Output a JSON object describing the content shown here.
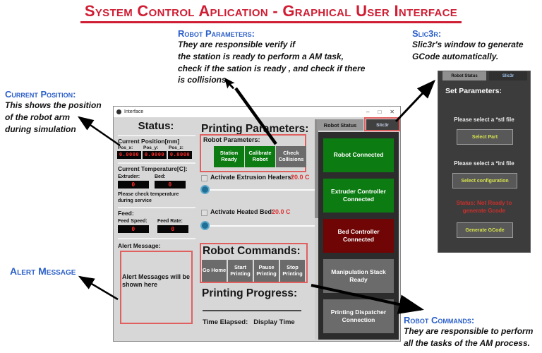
{
  "title": "System Control Aplication - Graphical User Interface",
  "annotations": {
    "robot_params": {
      "heading": "Robot Parameters:",
      "body": "They are responsible verify if\nthe station is ready to perform a AM task,\ncheck if the sation is ready , and check if there\nis collisions"
    },
    "slic3r": {
      "heading": "Slic3r:",
      "body": "Slic3r's window to generate\nGCode automatically."
    },
    "current_position": {
      "heading": "Current Position:",
      "body": "This shows the position\nof the robot arm\nduring simulation"
    },
    "alert_message": {
      "heading": "Alert Message"
    },
    "robot_commands": {
      "heading": "Robot Commands:",
      "body": "They are responsible to perform\nall the tasks of the AM process."
    }
  },
  "window": {
    "titlebar": {
      "title": "Interface",
      "minimize": "–",
      "maximize": "□",
      "close": "✕"
    },
    "status": {
      "heading": "Status:",
      "position": {
        "label": "Current Position[mm]",
        "fields": [
          {
            "label": "Pos_x:",
            "value": "0.0000"
          },
          {
            "label": "Pos_y:",
            "value": "0.0000"
          },
          {
            "label": "Pos_z:",
            "value": "0.0000"
          }
        ]
      },
      "temperature": {
        "label": "Current Temperature[C]:",
        "fields": [
          {
            "label": "Extruder:",
            "value": "0"
          },
          {
            "label": "Bed:",
            "value": "0"
          }
        ],
        "note": "Please check temperature\nduring service"
      },
      "feed": {
        "label": "Feed:",
        "fields": [
          {
            "label": "Feed Speed:",
            "value": "0"
          },
          {
            "label": "Feed Rate:",
            "value": "0"
          }
        ]
      },
      "alert": {
        "label": "Alert Message:",
        "message": "Alert Messages will be\nshown here"
      }
    },
    "printing_parameters": {
      "heading": "Printing Parameters:",
      "robot_parameters_label": "Robot Parameters:",
      "buttons": [
        {
          "label": "Station Ready"
        },
        {
          "label": "Calibrate Robot"
        },
        {
          "label": "Check Collisions"
        }
      ],
      "extrusion_heaters": {
        "label": "Activate Extrusion Heaters:",
        "value": "20.0 C"
      },
      "heated_bed": {
        "label": "Activate Heated Bed:",
        "value": "20.0 C"
      }
    },
    "robot_commands": {
      "heading": "Robot Commands:",
      "buttons": [
        {
          "label": "Go Home"
        },
        {
          "label": "Start Printing"
        },
        {
          "label": "Pause Printing"
        },
        {
          "label": "Stop Printing"
        }
      ]
    },
    "printing_progress": {
      "heading": "Printing Progress:",
      "time_label": "Time Elapsed:",
      "time_value": "Display Time"
    },
    "tabs": [
      {
        "label": "Robot Status"
      },
      {
        "label": "Slic3r"
      }
    ],
    "status_buttons": [
      {
        "label": "Robot Connected",
        "state": "green"
      },
      {
        "label": "Extruder Controller Connected",
        "state": "green"
      },
      {
        "label": "Bed Controller Connected",
        "state": "red"
      },
      {
        "label": "Manipulation Stack Ready",
        "state": "gray"
      },
      {
        "label": "Printing Dispatcher Connection",
        "state": "gray"
      }
    ]
  },
  "slic3r_window": {
    "tabs": [
      {
        "label": "Robot Status"
      },
      {
        "label": "Slic3r"
      }
    ],
    "heading": "Set Parameters:",
    "stl_prompt": "Please select a *stl file",
    "select_part_button": "Select Part",
    "ini_prompt": "Please select a *ini file",
    "select_configuration_button": "Select configuration",
    "status_text": "Status: Not Ready to\ngenerate Gcode",
    "generate_button": "Generate GCode"
  },
  "colors": {
    "title_red": "#cf1d33",
    "annotation_blue": "#2b5fc9",
    "highlight_red": "#e06060",
    "status_green": "#0c7c12",
    "status_dark_red": "#6f0505",
    "status_gray": "#6b6b6b",
    "display_red": "#ff2a2a"
  }
}
